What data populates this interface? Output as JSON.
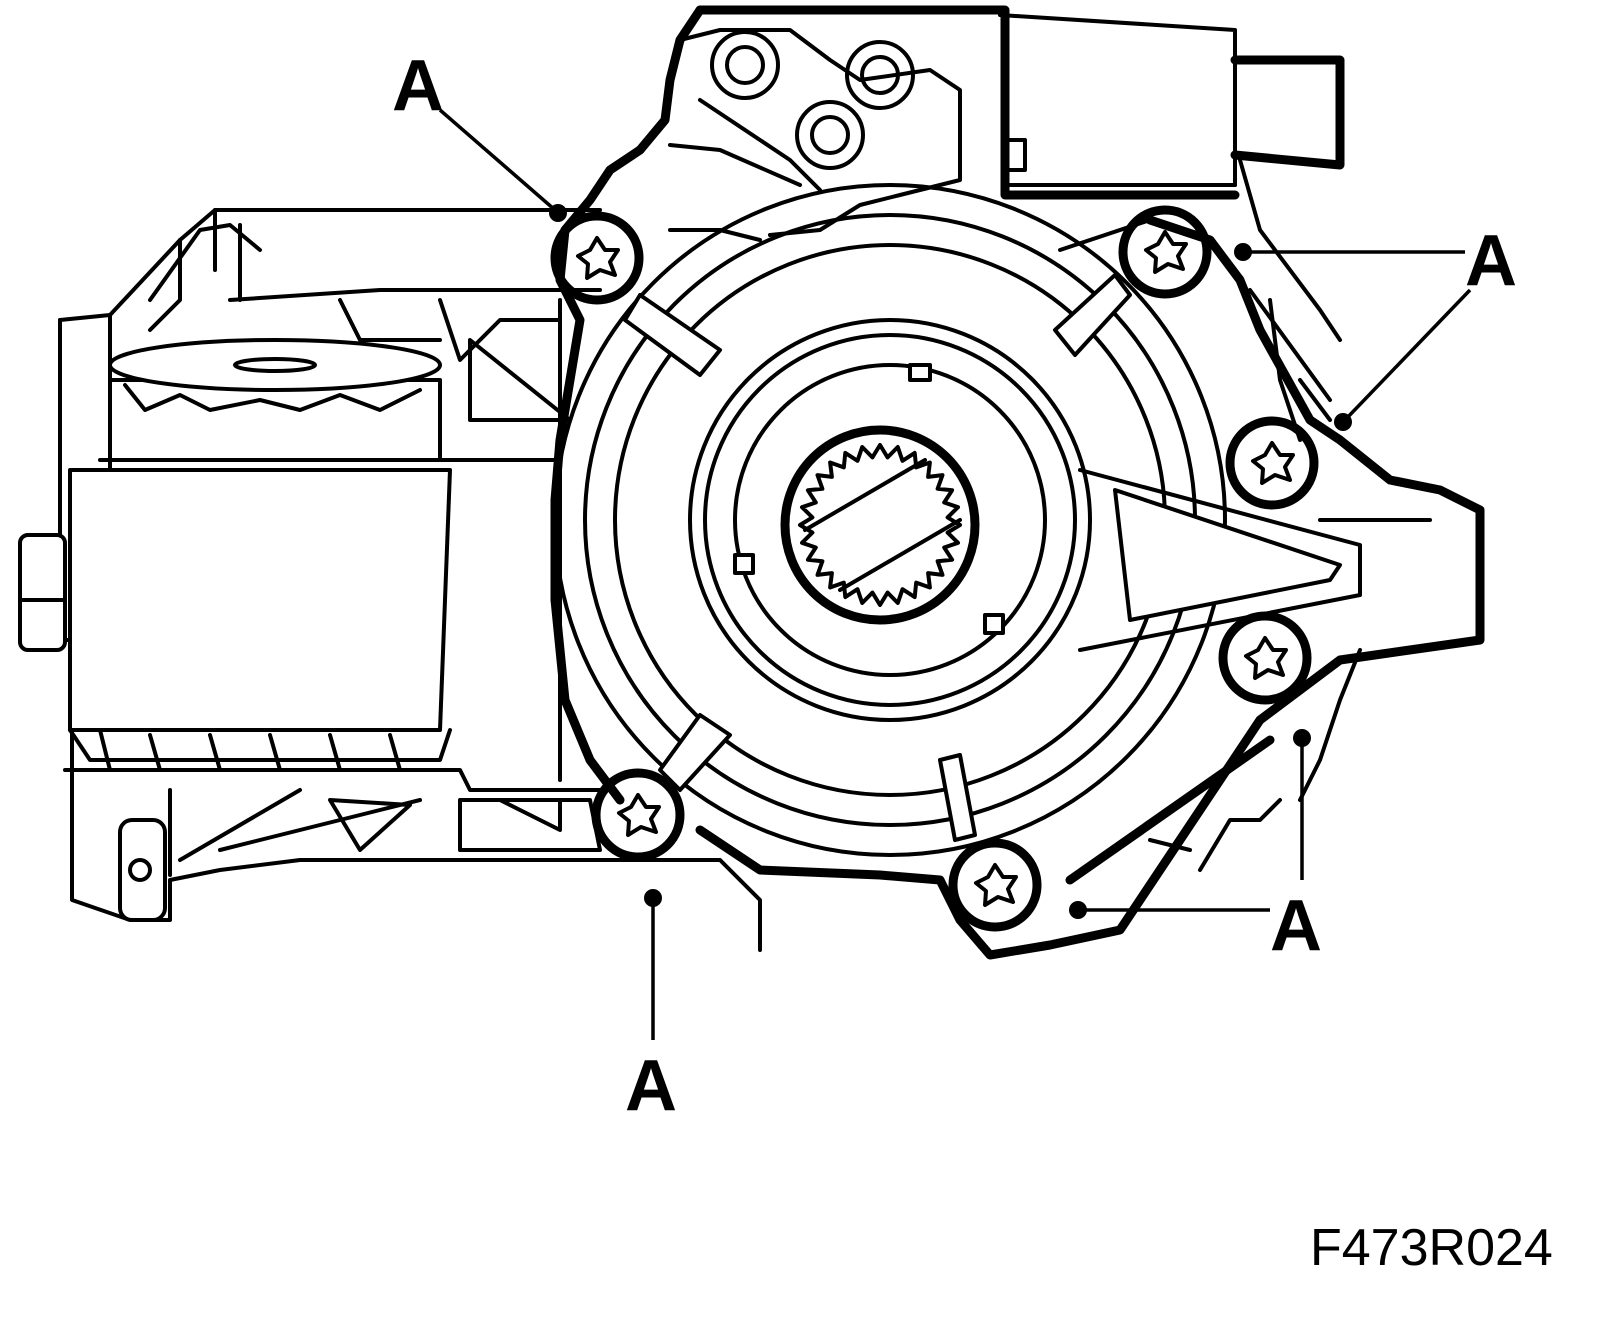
{
  "callouts": [
    {
      "id": "bolt-top-left",
      "label": "A"
    },
    {
      "id": "bolt-top-right",
      "label": "A"
    },
    {
      "id": "bolt-right-upper",
      "label": "A"
    },
    {
      "id": "bolt-right-lower",
      "label": "A"
    },
    {
      "id": "bolt-bottom-right",
      "label": "A"
    },
    {
      "id": "bolt-bottom-left",
      "label": "A"
    }
  ],
  "figure_ref": "F473R024",
  "colors": {
    "line": "#000000",
    "background": "#ffffff"
  }
}
